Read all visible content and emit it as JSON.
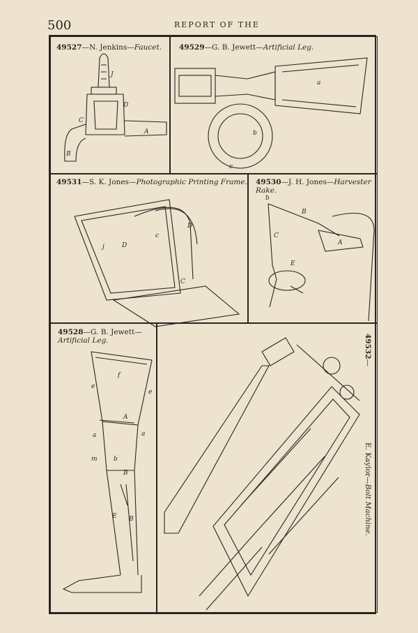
{
  "header": {
    "page_number": "500",
    "running_head": "REPORT OF THE"
  },
  "figures": [
    {
      "number": "49527",
      "sep": "—",
      "inventor": "N. Jenkins",
      "title": "Faucet."
    },
    {
      "number": "49529",
      "sep": "—",
      "inventor": "G. B. Jewett",
      "title": "Artificial Leg."
    },
    {
      "number": "49531",
      "sep": "—",
      "inventor": "S. K. Jones",
      "title": "Photographic Printing Frame."
    },
    {
      "number": "49530",
      "sep": "—",
      "inventor": "J. H. Jones",
      "title": "Harvester Rake."
    },
    {
      "number": "49528",
      "sep": "—",
      "inventor": "G. B. Jewett",
      "title": "Artificial Leg."
    },
    {
      "number": "49532",
      "sep": "—",
      "inventor": "E. Kaylor",
      "title": "Bolt Machine."
    }
  ],
  "drawing_labels": {
    "faucet": [
      "J",
      "D",
      "C",
      "A",
      "B"
    ],
    "leg_top": [
      "a",
      "b",
      "c"
    ],
    "frame": [
      "j",
      "D",
      "c",
      "D",
      "C"
    ],
    "rake": [
      "b",
      "B",
      "C",
      "A",
      "E"
    ],
    "leg_bottom": [
      "f",
      "e",
      "e",
      "A",
      "a",
      "a",
      "m",
      "b",
      "B",
      "E",
      "B"
    ]
  }
}
